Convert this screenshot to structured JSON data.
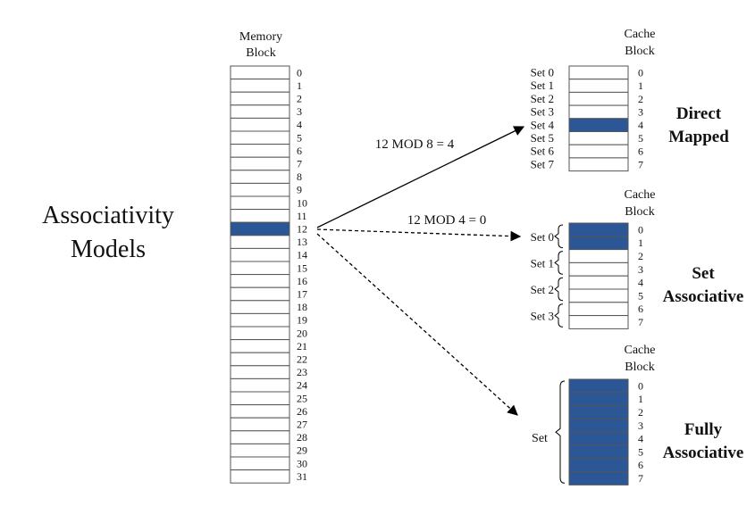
{
  "title": [
    "Associativity",
    "Models"
  ],
  "memory": {
    "label": [
      "Memory",
      "Block"
    ],
    "block_count": 32,
    "highlighted_block": 12
  },
  "direct_mapped": {
    "label": [
      "Cache",
      "Block"
    ],
    "heading": [
      "Direct",
      "Mapped"
    ],
    "equation": "12 MOD 8 = 4",
    "sets": [
      "Set 0",
      "Set 1",
      "Set 2",
      "Set 3",
      "Set 4",
      "Set 5",
      "Set 6",
      "Set 7"
    ],
    "highlighted_block": 4
  },
  "set_associative": {
    "label": [
      "Cache",
      "Block"
    ],
    "heading": [
      "Set",
      "Associative"
    ],
    "equation": "12 MOD 4 = 0",
    "sets": [
      "Set 0",
      "Set 1",
      "Set 2",
      "Set 3"
    ],
    "highlighted_blocks": [
      0,
      1
    ]
  },
  "fully_associative": {
    "label": [
      "Cache",
      "Block"
    ],
    "heading": [
      "Fully",
      "Associative"
    ],
    "set_label": "Set",
    "highlighted_blocks": [
      0,
      1,
      2,
      3,
      4,
      5,
      6,
      7
    ]
  },
  "colors": {
    "filled": "#2b5797",
    "border": "#555555",
    "text": "#111111",
    "arrow": "#000000"
  }
}
